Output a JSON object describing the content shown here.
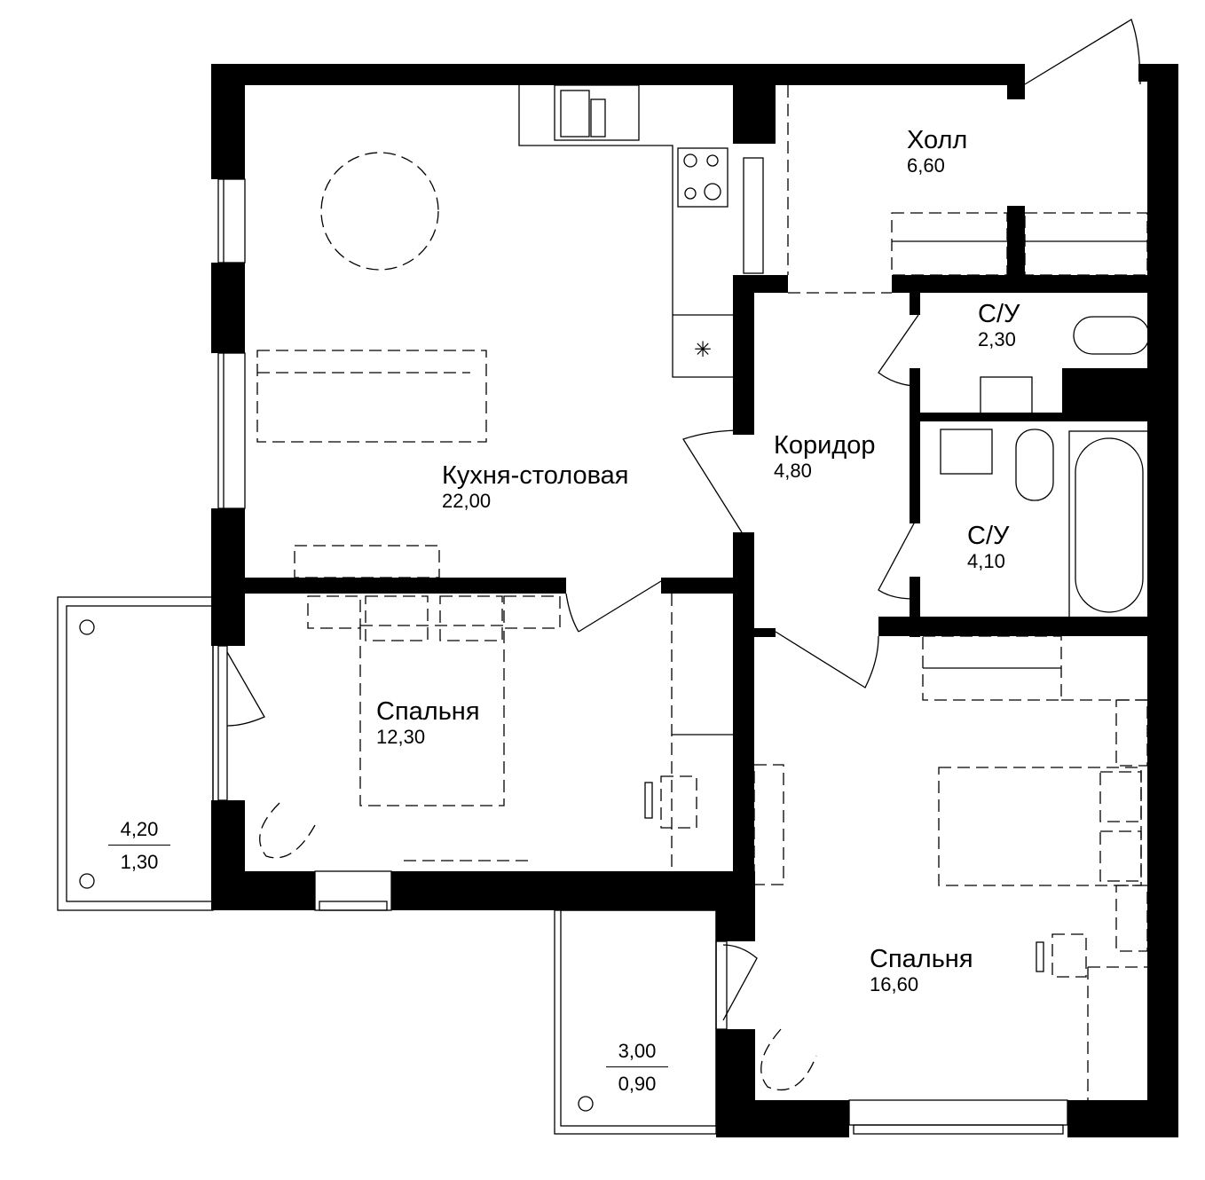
{
  "plan": {
    "rooms": [
      {
        "id": "kitchen",
        "name": "Кухня-столовая",
        "area": "22,00"
      },
      {
        "id": "hall",
        "name": "Холл",
        "area": "6,60"
      },
      {
        "id": "corridor",
        "name": "Коридор",
        "area": "4,80"
      },
      {
        "id": "wc1",
        "name": "С/У",
        "area": "2,30"
      },
      {
        "id": "wc2",
        "name": "С/У",
        "area": "4,10"
      },
      {
        "id": "bedroom1",
        "name": "Спальня",
        "area": "12,30"
      },
      {
        "id": "bedroom2",
        "name": "Спальня",
        "area": "16,60"
      }
    ],
    "balconies": [
      {
        "id": "balcony1",
        "area_total": "4,20",
        "area_reduced": "1,30"
      },
      {
        "id": "balcony2",
        "area_total": "3,00",
        "area_reduced": "0,90"
      }
    ],
    "colors": {
      "wall": "#000000",
      "background": "#ffffff",
      "line": "#000000"
    }
  }
}
